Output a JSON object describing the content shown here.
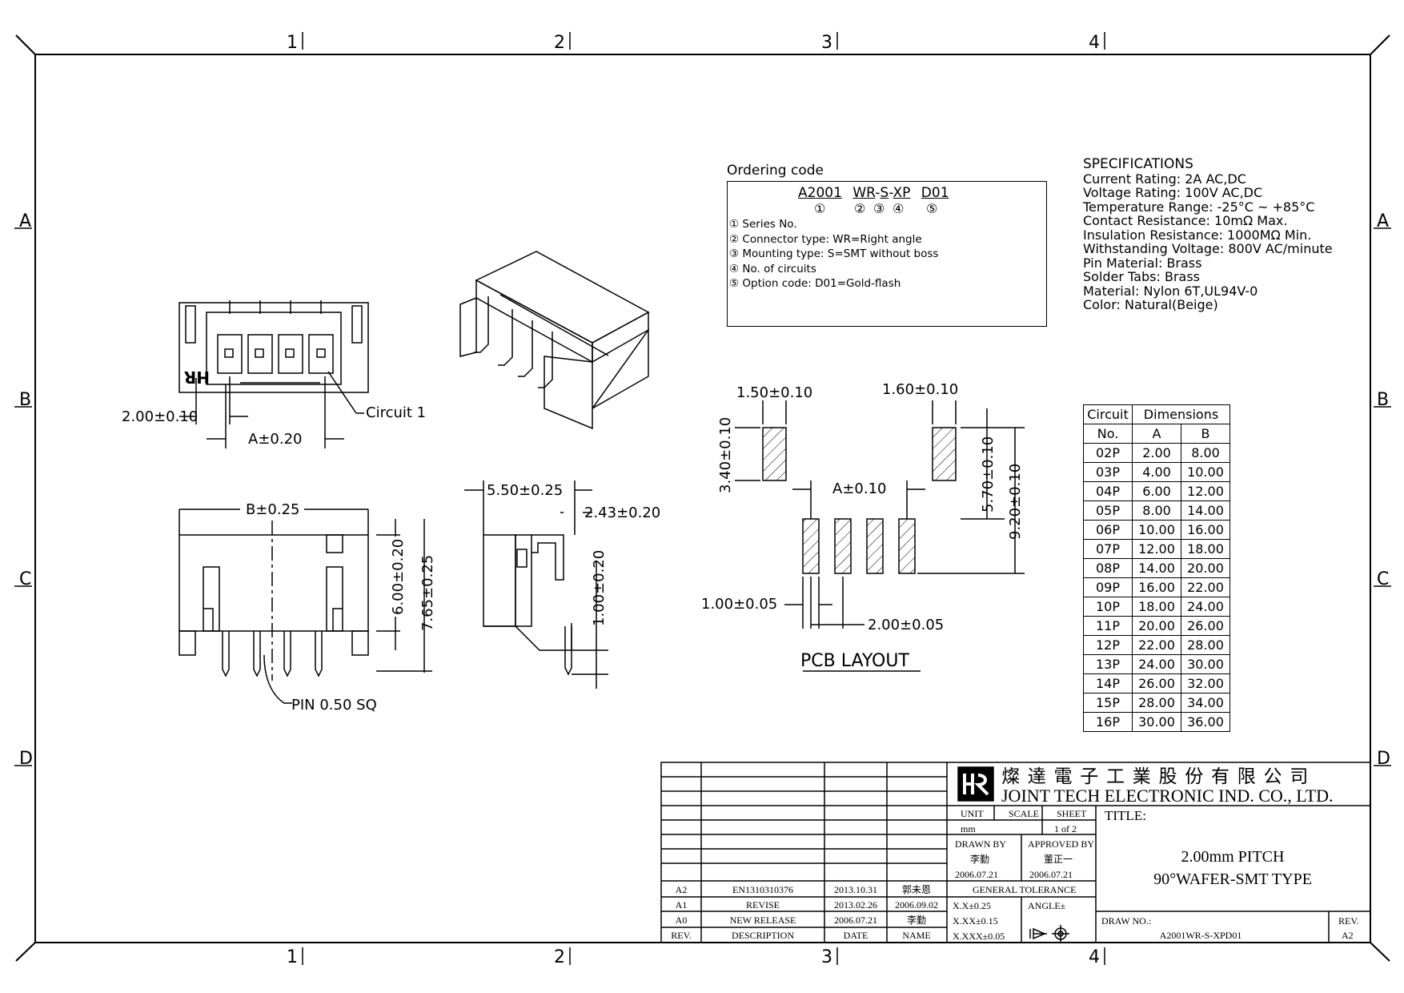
{
  "frame": {
    "col_labels": [
      "1",
      "2",
      "3",
      "4"
    ],
    "row_labels": [
      "A",
      "B",
      "C",
      "D"
    ]
  },
  "ordering": {
    "heading": "Ordering code",
    "code_parts": [
      "A2001",
      "WR",
      "S",
      "XP",
      "D01"
    ],
    "code_seps": [
      "-",
      "-"
    ],
    "code_numbers": [
      "①",
      "②",
      "③",
      "④",
      "⑤"
    ],
    "lines": [
      "① Series No.",
      "② Connector type: WR=Right angle",
      "③ Mounting type: S=SMT without boss",
      "④ No. of circuits",
      "⑤ Option code: D01=Gold-flash"
    ]
  },
  "specifications": {
    "heading": "SPECIFICATIONS",
    "lines": [
      "Current Rating: 2A AC,DC",
      "Voltage Rating: 100V AC,DC",
      "Temperature Range: -25°C ~ +85°C",
      "Contact Resistance: 10mΩ Max.",
      "Insulation Resistance: 1000MΩ Min.",
      "Withstanding Voltage: 800V AC/minute",
      "Pin Material: Brass",
      "Solder Tabs: Brass",
      "Material: Nylon 6T,UL94V-0",
      "Color: Natural(Beige)"
    ]
  },
  "dimension_table": {
    "header_circuit": "Circuit",
    "header_no": "No.",
    "header_dimensions": "Dimensions",
    "header_a": "A",
    "header_b": "B",
    "rows": [
      [
        "02P",
        "2.00",
        "8.00"
      ],
      [
        "03P",
        "4.00",
        "10.00"
      ],
      [
        "04P",
        "6.00",
        "12.00"
      ],
      [
        "05P",
        "8.00",
        "14.00"
      ],
      [
        "06P",
        "10.00",
        "16.00"
      ],
      [
        "07P",
        "12.00",
        "18.00"
      ],
      [
        "08P",
        "14.00",
        "20.00"
      ],
      [
        "09P",
        "16.00",
        "22.00"
      ],
      [
        "10P",
        "18.00",
        "24.00"
      ],
      [
        "11P",
        "20.00",
        "26.00"
      ],
      [
        "12P",
        "22.00",
        "28.00"
      ],
      [
        "13P",
        "24.00",
        "30.00"
      ],
      [
        "14P",
        "26.00",
        "32.00"
      ],
      [
        "15P",
        "28.00",
        "34.00"
      ],
      [
        "16P",
        "30.00",
        "36.00"
      ]
    ]
  },
  "drawing_labels": {
    "pitch": "2.00±0.10",
    "a_020": "A±0.20",
    "circuit1": "Circuit 1",
    "hr": "HR",
    "b_025": "B±0.25",
    "h600": "6.00±0.20",
    "h765": "7.65±0.25",
    "pin": "PIN 0.50 SQ",
    "w550": "5.50±0.25",
    "w243": "2.43±0.20",
    "h100": "1.00±0.20",
    "pad150": "1.50±0.10",
    "pad160": "1.60±0.10",
    "pad340": "3.40±0.10",
    "a_010": "A±0.10",
    "d570": "5.70±0.10",
    "d920": "9.20±0.10",
    "w100": "1.00±0.05",
    "p200": "2.00±0.05",
    "pcb_title": "PCB LAYOUT"
  },
  "title_block": {
    "company_cn": "燦 達 電 子 工 業 股 份 有 限 公 司",
    "company_en": "JOINT TECH ELECTRONIC IND. CO., LTD.",
    "unit_label": "UNIT",
    "unit_value": "mm",
    "scale_label": "SCALE",
    "sheet_label": "SHEET",
    "sheet_value": "1 of 2",
    "drawn_by_label": "DRAWN BY",
    "drawn_by_name": "李勤",
    "drawn_by_date": "2006.07.21",
    "approved_by_label": "APPROVED BY",
    "approved_by_name": "董正一",
    "approved_by_date": "2006.07.21",
    "general_tolerance": "GENERAL TOLERANCE",
    "tol_1": "X.X±0.25",
    "tol_2": "X.XX±0.15",
    "tol_3": "X.XXX±0.05",
    "angle": "ANGLE±",
    "title_label": "TITLE:",
    "title_line1": "2.00mm PITCH",
    "title_line2": "90°WAFER-SMT TYPE",
    "draw_no_label": "DRAW NO.:",
    "draw_no": "A2001WR-S-XPD01",
    "rev_label": "REV.",
    "rev_value": "A2",
    "revisions": [
      {
        "rev": "A2",
        "desc": "EN1310310376",
        "date": "2013.10.31",
        "name": "郭未恩"
      },
      {
        "rev": "A1",
        "desc": "REVISE",
        "date": "2013.02.26",
        "name": "2006.09.02"
      },
      {
        "rev": "A0",
        "desc": "NEW RELEASE",
        "date": "2006.07.21",
        "name": "李勤"
      },
      {
        "rev": "REV.",
        "desc": "DESCRIPTION",
        "date": "DATE",
        "name": "NAME"
      }
    ]
  }
}
